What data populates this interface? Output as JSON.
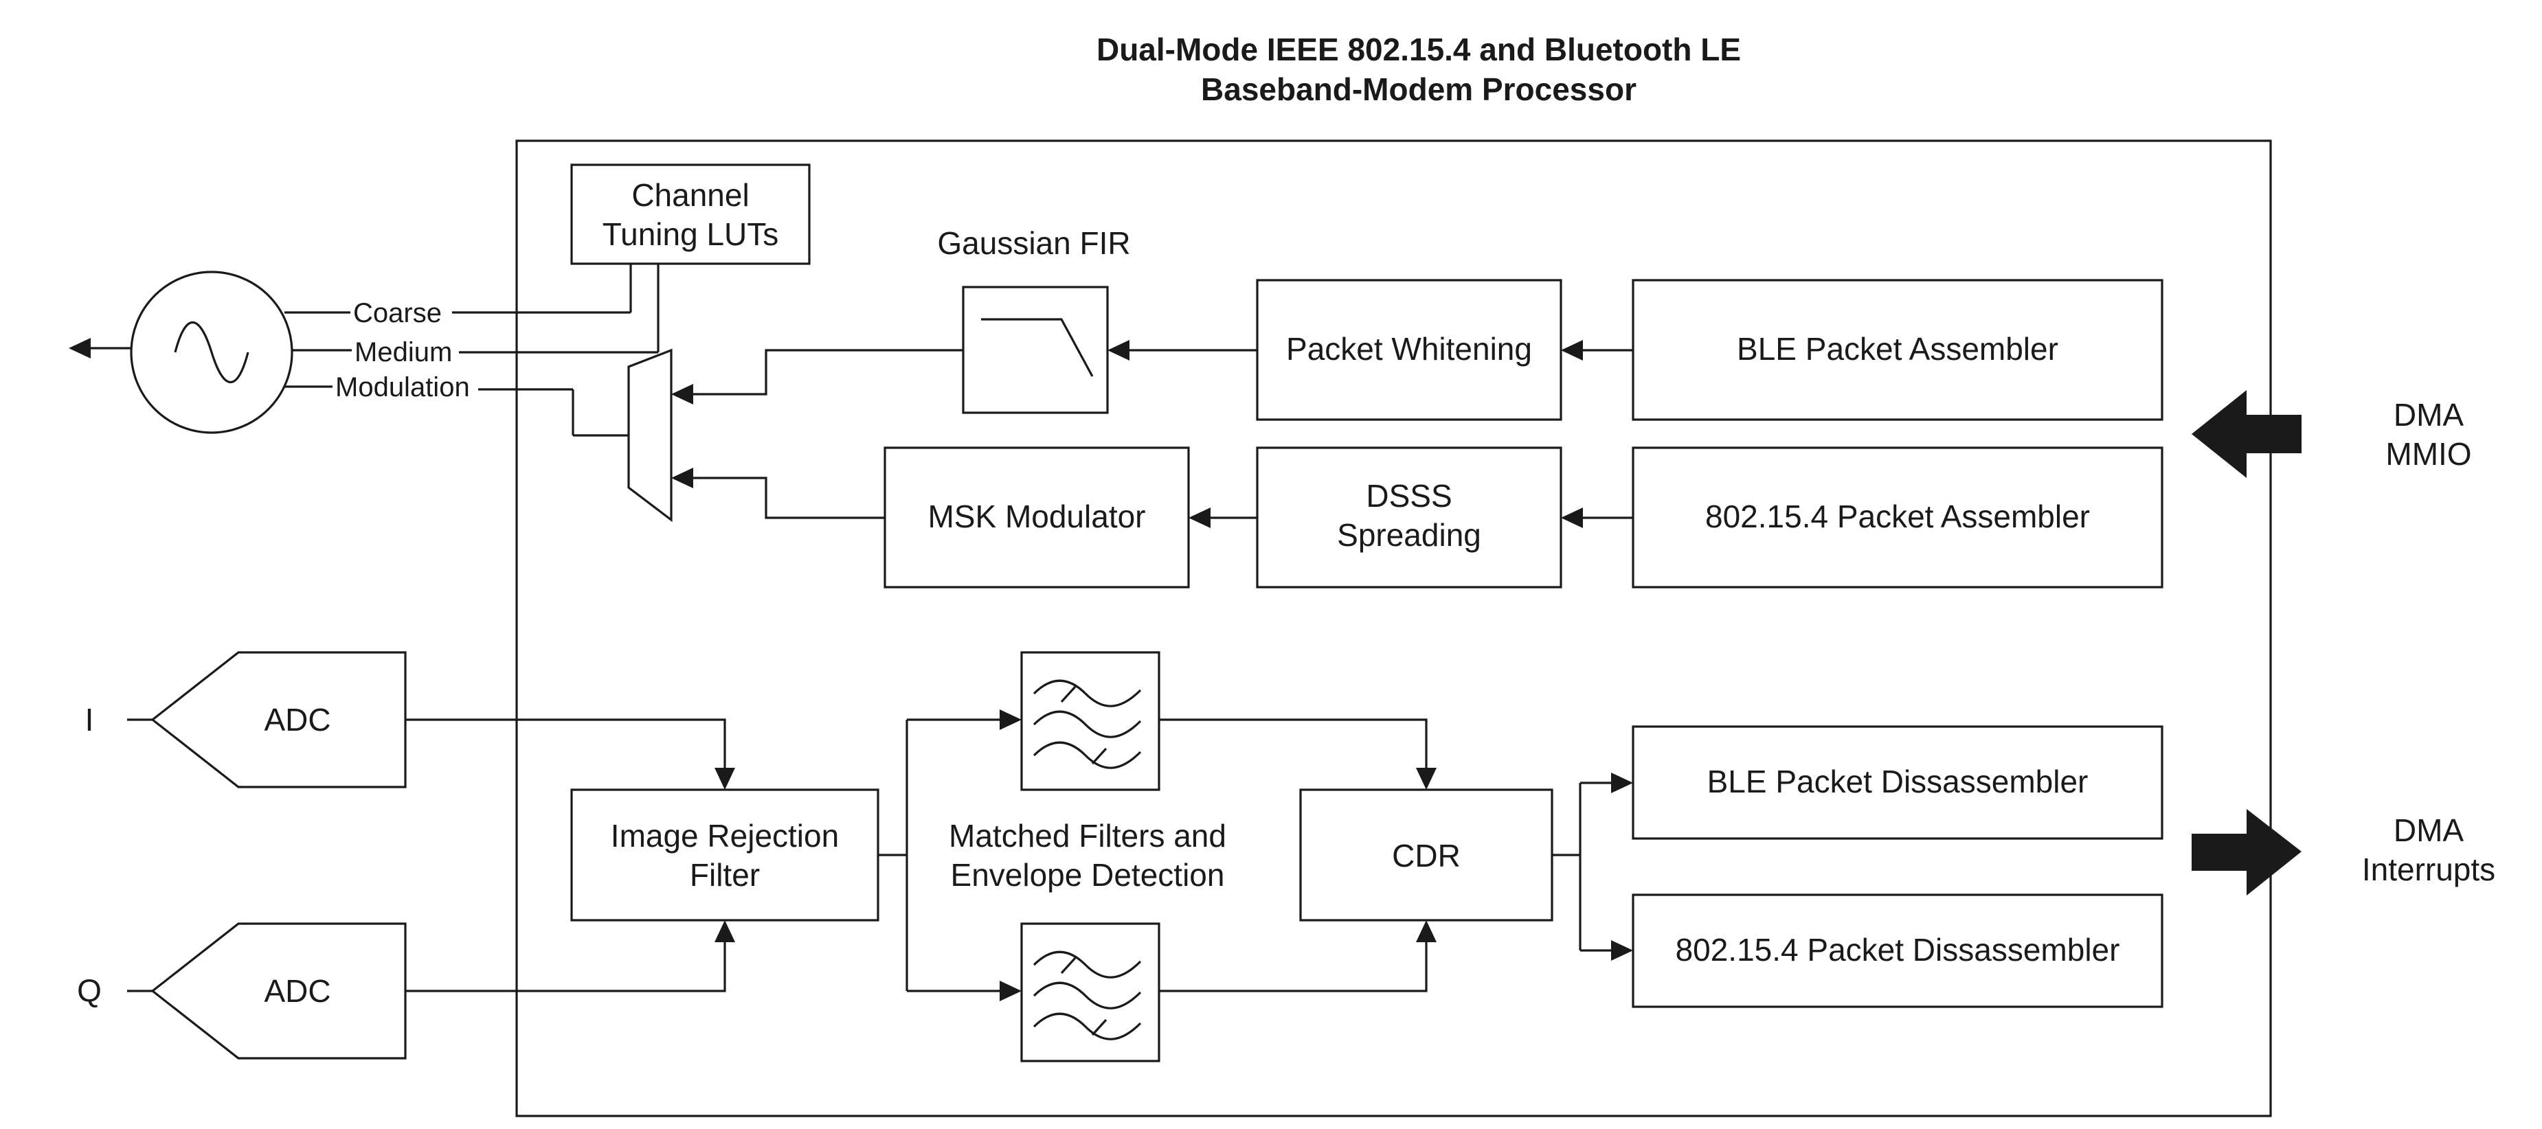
{
  "title": {
    "line1": "Dual-Mode IEEE 802.15.4 and Bluetooth LE",
    "line2": "Baseband-Modem Processor"
  },
  "oscillator": {
    "coarse": "Coarse",
    "medium": "Medium",
    "modulation": "Modulation"
  },
  "blocks": {
    "channel_luts": {
      "line1": "Channel",
      "line2": "Tuning LUTs"
    },
    "gaussian_fir": "Gaussian FIR",
    "packet_whitening": "Packet Whitening",
    "ble_assembler": "BLE Packet Assembler",
    "msk_modulator": "MSK Modulator",
    "dsss": {
      "line1": "DSSS",
      "line2": "Spreading"
    },
    "ieee_assembler": "802.15.4 Packet Assembler",
    "adc_i": "ADC",
    "adc_q": "ADC",
    "image_rejection": {
      "line1": "Image Rejection",
      "line2": "Filter"
    },
    "matched_filters": {
      "line1": "Matched Filters and",
      "line2": "Envelope Detection"
    },
    "cdr": "CDR",
    "ble_disassembler": "BLE Packet Dissassembler",
    "ieee_disassembler": "802.15.4 Packet Dissassembler"
  },
  "inputs": {
    "i": "I",
    "q": "Q"
  },
  "dma_mmio": {
    "line1": "DMA",
    "line2": "MMIO"
  },
  "dma_interrupts": {
    "line1": "DMA",
    "line2": "Interrupts"
  }
}
